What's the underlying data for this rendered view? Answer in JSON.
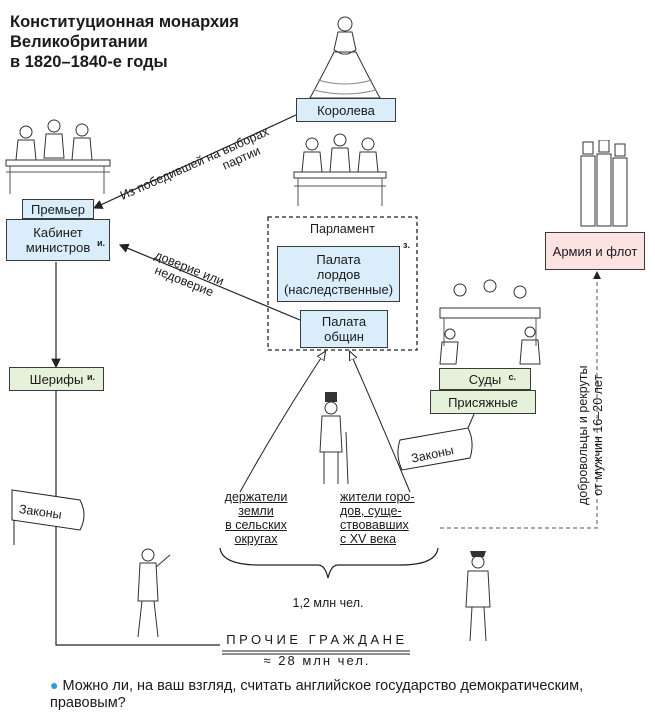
{
  "title": {
    "line1": "Конституционная монархия",
    "line2": "Великобритании",
    "line3": "в 1820–1840-е годы"
  },
  "nodes": {
    "queen": "Королева",
    "premier": "Премьер",
    "cabinet_line1": "Кабинет",
    "cabinet_line2": "министров",
    "cabinet_mark": "и.",
    "parliament": "Парламент",
    "parliament_mark": "з.",
    "lords_line1": "Палата",
    "lords_line2": "лордов",
    "lords_line3": "(наследственные)",
    "commons_line1": "Палата",
    "commons_line2": "общин",
    "army": "Армия и флот",
    "sheriffs": "Шерифы",
    "sheriffs_mark": "и.",
    "courts": "Суды",
    "courts_mark": "с.",
    "jurors": "Присяжные"
  },
  "edges": {
    "queen_to_premier_line1": "Из победившей на выборах",
    "queen_to_premier_line2": "партии",
    "commons_to_cabinet_line1": "доверие или",
    "commons_to_cabinet_line2": "недоверие",
    "army_recruitment_line1": "добровольцы и рекруты",
    "army_recruitment_line2": "от мужчин 16–20 лет"
  },
  "flags": {
    "laws_left": "Законы",
    "laws_right": "Законы"
  },
  "voters": {
    "landowners": [
      "держатели",
      "земли",
      "в сельских",
      "округах"
    ],
    "townspeople": [
      "жители горо-",
      "дов, суще-",
      "ствовавших",
      "с XV века"
    ],
    "total": "1,2 млн чел."
  },
  "citizens": {
    "label": "ПРОЧИЕ ГРАЖДАНЕ",
    "count": "≈ 28 млн чел."
  },
  "question": "Можно ли, на ваш взгляд, считать английское государство демократическим, правовым?",
  "colors": {
    "blue_box": "#d9eefa",
    "pink_box": "#fbe3e1",
    "green_box": "#e5f2d9",
    "bullet": "#2a9fd6"
  }
}
